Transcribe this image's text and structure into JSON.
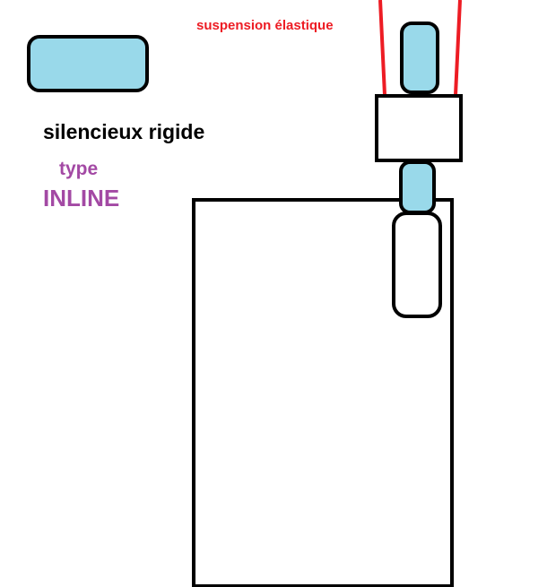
{
  "labels": {
    "suspension": "suspension élastique",
    "silencieux": "silencieux rigide",
    "type": "type",
    "inline": "INLINE"
  },
  "colors": {
    "outline": "#000000",
    "fill_blue": "#99d9ea",
    "suspension_red": "#ed1c24",
    "type_purple": "#a349a4",
    "background": "#ffffff"
  }
}
